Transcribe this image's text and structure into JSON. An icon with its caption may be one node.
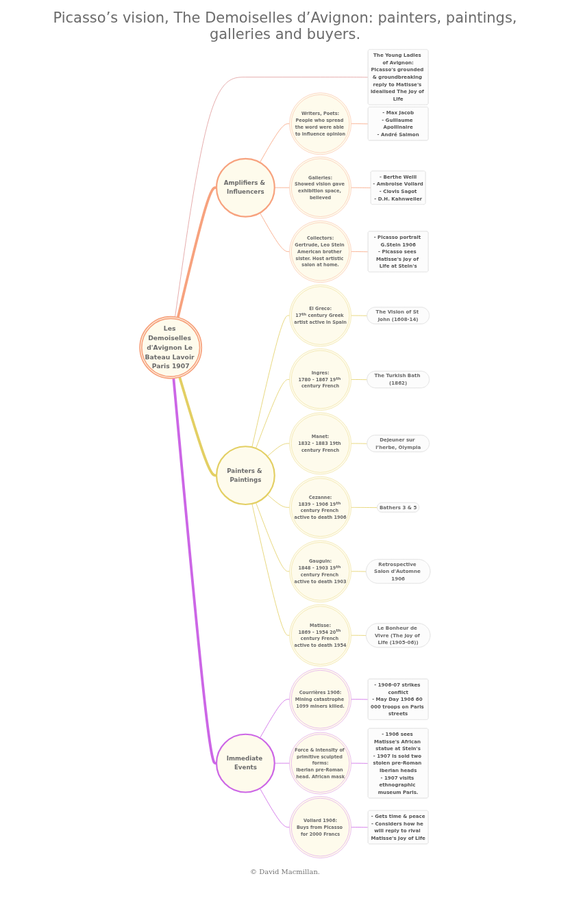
{
  "diagram": {
    "title": "Picasso’s vision, The Demoiselles d’Avignon: painters, paintings, galleries and buyers.",
    "caption": "© David Macmillan.",
    "nodes": [
      {
        "text": [
          "Les Demoiselles d'Avignon Le Bateau Lavoir Paris 1907"
        ]
      },
      {
        "text": [
          "The Young Ladies of Avignon:",
          "Picasso's grounded & groundbreaking reply to Matisse's idealised The Joy of Life"
        ]
      },
      {
        "text": [
          "Amplifiers & Influencers"
        ]
      },
      {
        "text": [
          "Writers, Poets:",
          "People who spread the word were able to influence opinion"
        ]
      },
      {
        "text": [
          "- Max Jacob",
          "- Guillaume Apollinaire",
          "- André Salmon"
        ]
      },
      {
        "text": [
          "Galleries:",
          "Showed vision gave exhibition space, believed"
        ]
      },
      {
        "text": [
          "- Berthe Weill",
          "- Ambroise Vollard",
          "- Clovis Sagot",
          "- D.H. Kahnweiler"
        ]
      },
      {
        "text": [
          "Collectors:",
          "Gertrude, Leo Stein American brother sister. Host artistic salon at home."
        ]
      },
      {
        "text": [
          "- Picasso portrait G.Stein 1906",
          "- Picasso sees Matisse's Joy of Life at Stein's"
        ]
      },
      {
        "text": [
          "Painters & Paintings"
        ]
      },
      {
        "text": [
          "El Greco:",
          "17$^{th}$ century Greek artist active in Spain"
        ]
      },
      {
        "text": [
          "The Vision of St John (1608-14)"
        ]
      },
      {
        "text": [
          "Ingres:",
          "1780 - 1867 19$^{th}$ century French"
        ]
      },
      {
        "text": [
          "The Turkish Bath (1862)"
        ]
      },
      {
        "text": [
          "Manet:",
          "1832 - 1883 19th century French"
        ]
      },
      {
        "text": [
          "Dejeuner sur l’herbe, Olympia"
        ]
      },
      {
        "text": [
          "Cezanne:",
          "1839 - 1906 19$^{th}$ century French active to death 1906"
        ]
      },
      {
        "text": [
          "Bathers 3 & 5"
        ]
      },
      {
        "text": [
          "Gauguin:",
          "1848 - 1903 19$^{th}$ century French active to death 1903"
        ]
      },
      {
        "text": [
          "Retrospective Salon d'Automne 1906"
        ]
      },
      {
        "text": [
          "Matisse:",
          "1869 - 1954 20$^{th}$ century French active to death 1954"
        ]
      },
      {
        "text": [
          "Le Bonheur de Vivre (The Joy of Life (1905-06))"
        ]
      },
      {
        "text": [
          "Immediate Events"
        ]
      },
      {
        "text": [
          "Courrières 1906:",
          "Mining catastrophe 1099 miners killed."
        ]
      },
      {
        "text": [
          "- 1906-07 strikes conflict",
          "- May Day 1906 60 000 troops on Paris streets"
        ]
      },
      {
        "text": [
          "Force & intensity of primitive sculpted forms:",
          "Iberian pre-Roman head. African mask"
        ]
      },
      {
        "text": [
          "- 1906 sees Matisse's African statue at Stein's",
          "- 1907 is sold two stolen pre-Roman Iberian heads",
          "- 1907 visits ethnographic museum Paris."
        ]
      },
      {
        "text": [
          "Vollard 1906:",
          "Buys from Picasso for 2000 Francs"
        ]
      },
      {
        "text": [
          "- Gets time & peace",
          "- Considers how he will reply to rival Matisse's Joy of Life"
        ]
      }
    ],
    "edges": [
      {
        "from": 0,
        "to": 1,
        "arrow": "none",
        "color": "#e09a9a"
      },
      {
        "from": 0,
        "to": 2,
        "arrow": "none",
        "style": "thick",
        "color": "#f7a27e"
      },
      {
        "from": 2,
        "to": 3,
        "arrow": "none",
        "color": "#f7a27e"
      },
      {
        "from": 3,
        "to": 4,
        "arrow": "none",
        "color": "#f7a27e"
      },
      {
        "from": 2,
        "to": 5,
        "arrow": "none",
        "color": "#f7a27e"
      },
      {
        "from": 5,
        "to": 6,
        "arrow": "none",
        "color": "#f7a27e"
      },
      {
        "from": 2,
        "to": 7,
        "arrow": "none",
        "color": "#f7a27e"
      },
      {
        "from": 7,
        "to": 8,
        "arrow": "none",
        "color": "#f7a27e"
      },
      {
        "from": 0,
        "to": 9,
        "arrow": "none",
        "style": "thick"
      },
      {
        "from": 9,
        "to": 10,
        "arrow": "none"
      },
      {
        "from": 10,
        "to": 11,
        "arrow": "none"
      },
      {
        "from": 9,
        "to": 12,
        "arrow": "none"
      },
      {
        "from": 12,
        "to": 13,
        "arrow": "none"
      },
      {
        "from": 9,
        "to": 14,
        "arrow": "none"
      },
      {
        "from": 14,
        "to": 15,
        "arrow": "none"
      },
      {
        "from": 9,
        "to": 16,
        "arrow": "none"
      },
      {
        "from": 16,
        "to": 17,
        "arrow": "none"
      },
      {
        "from": 9,
        "to": 18,
        "arrow": "none"
      },
      {
        "from": 18,
        "to": 19,
        "arrow": "none"
      },
      {
        "from": 9,
        "to": 20,
        "arrow": "none"
      },
      {
        "from": 20,
        "to": 21,
        "arrow": "none"
      },
      {
        "from": 0,
        "to": 22,
        "arrow": "none",
        "style": "thick",
        "color": "#cc66e6"
      },
      {
        "from": 22,
        "to": 23,
        "arrow": "none",
        "color": "#cc66e6"
      },
      {
        "from": 23,
        "to": 24,
        "arrow": "none",
        "color": "#cc66e6"
      },
      {
        "from": 22,
        "to": 25,
        "arrow": "none",
        "color": "#cc66e6"
      },
      {
        "from": 25,
        "to": 26,
        "arrow": "none",
        "color": "#cc66e6"
      },
      {
        "from": 22,
        "to": 27,
        "arrow": "none",
        "color": "#cc66e6"
      },
      {
        "from": 27,
        "to": 28,
        "arrow": "none",
        "color": "#cc66e6"
      }
    ]
  }
}
